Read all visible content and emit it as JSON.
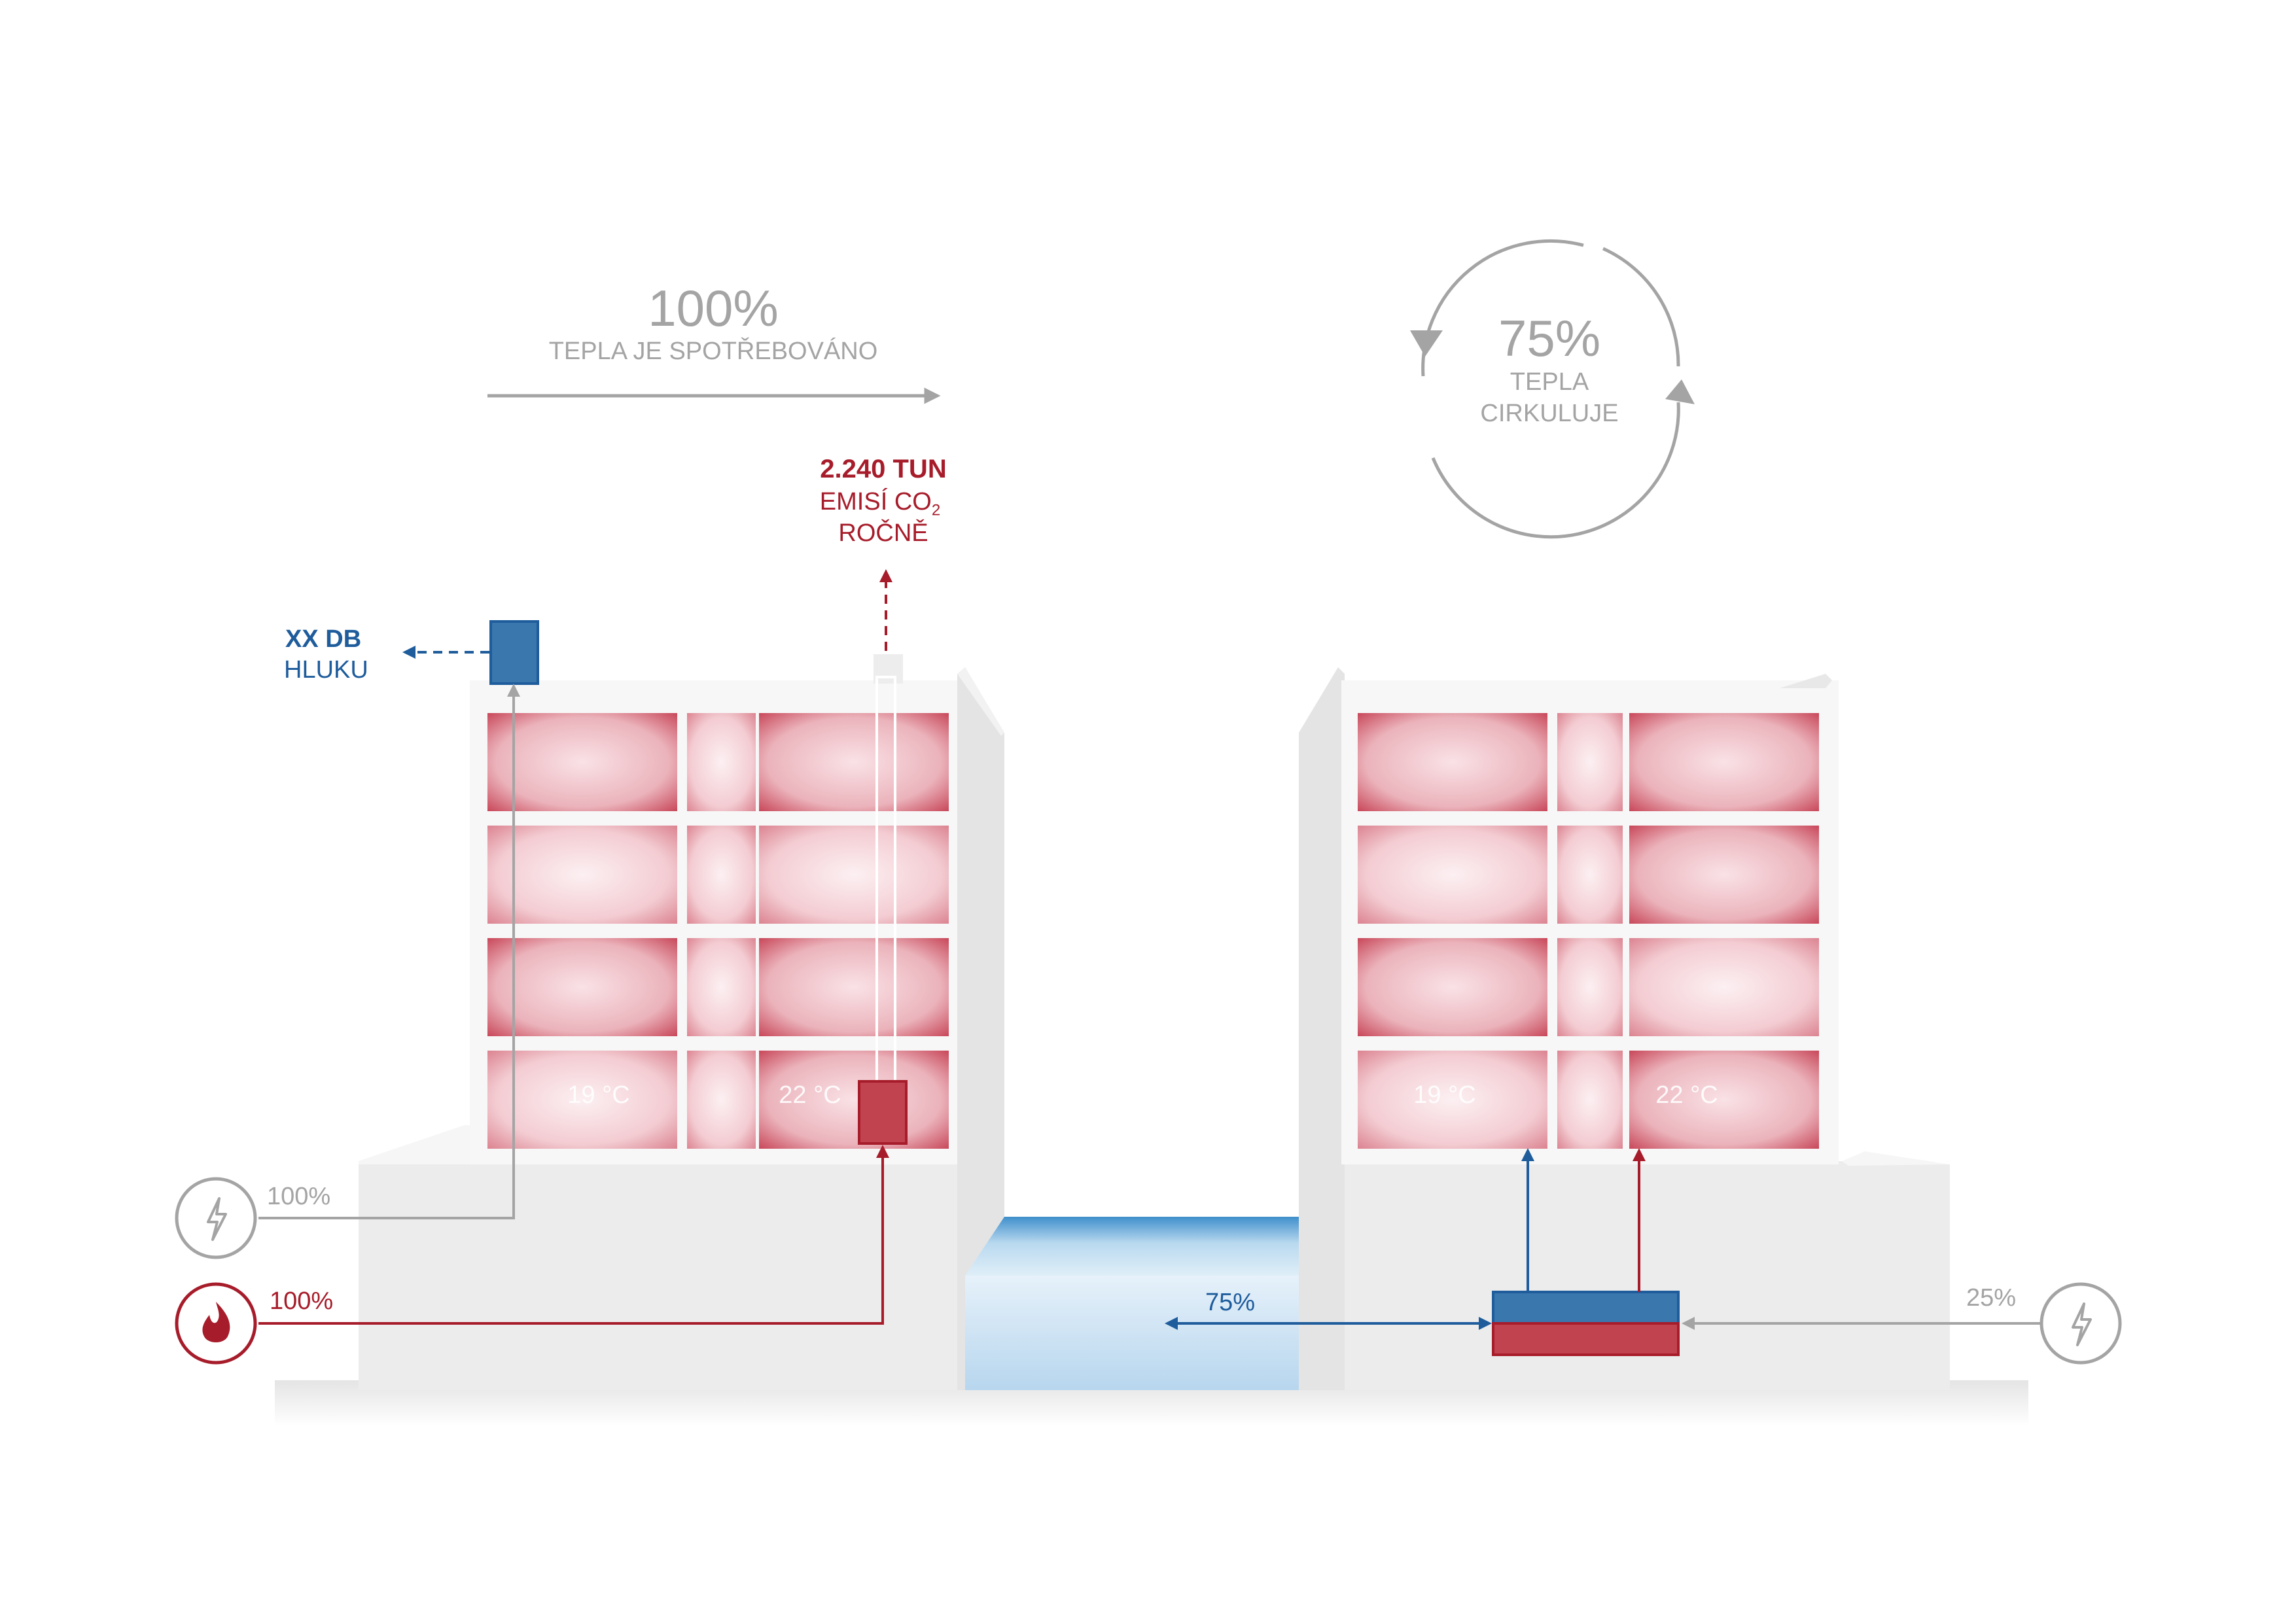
{
  "left_building": {
    "headline_value": "100%",
    "headline_text": "TEPLA JE SPOTŘEBOVÁNO",
    "emissions_amount": "2.240 TUN",
    "emissions_line1": "EMISÍ CO",
    "emissions_sub": "2",
    "emissions_line2": "ROČNĚ",
    "noise_value": "XX DB",
    "noise_text": "HLUKU",
    "temp_left": "19 °C",
    "temp_right": "22 °C",
    "electricity_share": "100%",
    "gas_share": "100%"
  },
  "right_building": {
    "headline_value": "75%",
    "headline_line1": "TEPLA",
    "headline_line2": "CIRKULUJE",
    "temp_left": "19 °C",
    "temp_right": "22 °C",
    "circulation_share": "75%",
    "electricity_share": "25%"
  },
  "icons": {
    "electricity": "lightning-icon",
    "gas": "flame-icon",
    "cycle": "circular-arrows-icon"
  },
  "colors": {
    "heat_red": "#a71c2a",
    "cool_blue": "#1e5c9c",
    "neutral_grey": "#a4a4a4",
    "water_blue": "#c9e2f2"
  }
}
